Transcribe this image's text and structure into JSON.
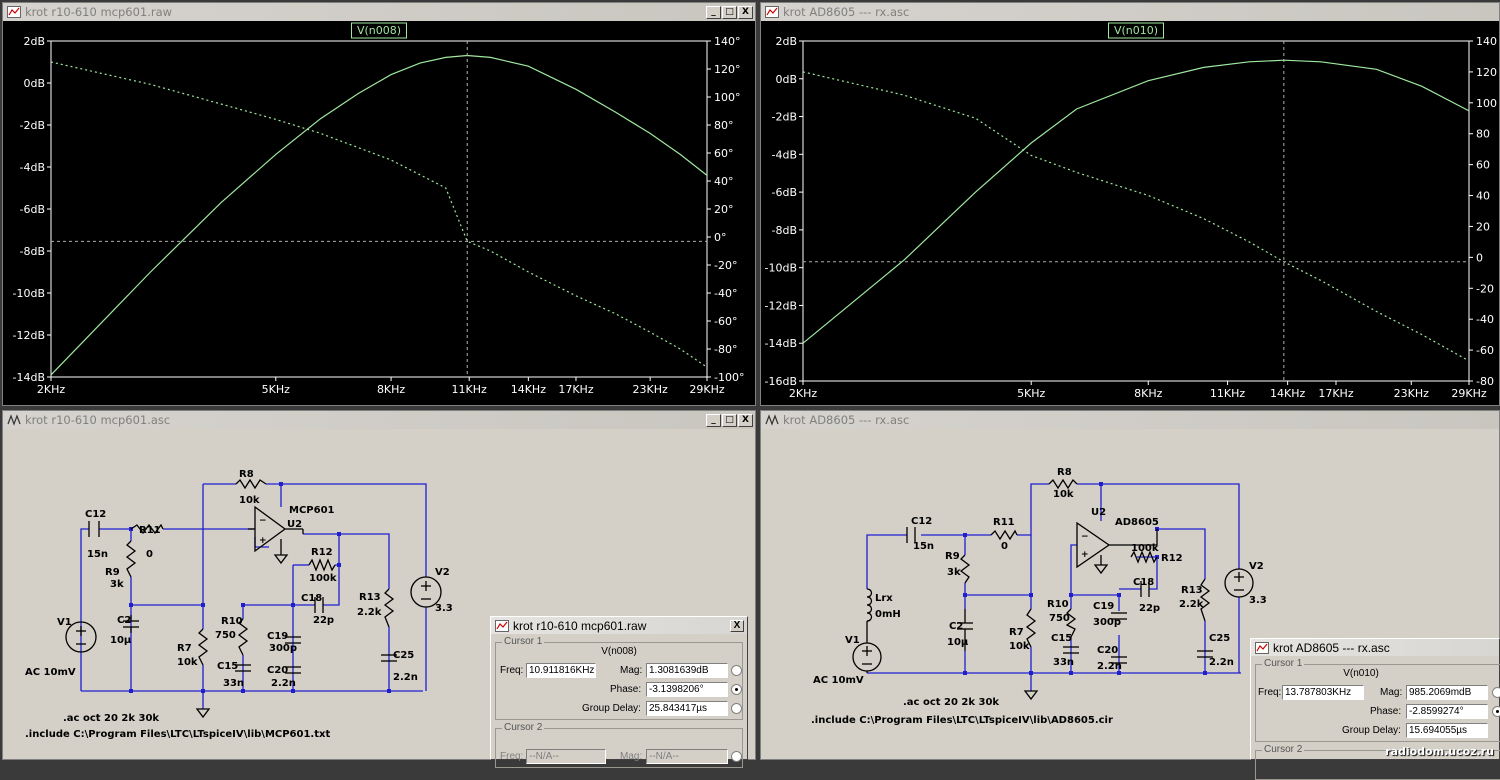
{
  "windows": {
    "plot_left": {
      "title": "krot r10-610 mcp601.raw"
    },
    "plot_right": {
      "title": "krot AD8605 --- rx.asc"
    },
    "schem_left": {
      "title": "krot r10-610 mcp601.asc"
    },
    "schem_right": {
      "title": "krot AD8605 --- rx.asc"
    }
  },
  "chart_data": [
    {
      "type": "line",
      "title": "V(n008)",
      "x_scale": "log",
      "x_ticks": [
        "2KHz",
        "5KHz",
        "8KHz",
        "11KHz",
        "14KHz",
        "17KHz",
        "23KHz",
        "29KHz"
      ],
      "x_tick_values": [
        2000,
        5000,
        8000,
        11000,
        14000,
        17000,
        23000,
        29000
      ],
      "y_left_ticks": [
        "2dB",
        "0dB",
        "-2dB",
        "-4dB",
        "-6dB",
        "-8dB",
        "-10dB",
        "-12dB",
        "-14dB"
      ],
      "y_right_ticks": [
        "140°",
        "120°",
        "100°",
        "80°",
        "60°",
        "40°",
        "20°",
        "0°",
        "-20°",
        "-40°",
        "-60°",
        "-80°",
        "-100°"
      ],
      "ylim_left": [
        -14,
        2
      ],
      "ylim_right": [
        -100,
        140
      ],
      "series": [
        {
          "style": "solid",
          "axis": "left",
          "x": [
            2000,
            3000,
            4000,
            5000,
            6000,
            7000,
            8000,
            9000,
            10000,
            10912,
            12000,
            14000,
            17000,
            20000,
            23000,
            26000,
            29000
          ],
          "values": [
            -13.9,
            -9.0,
            -5.7,
            -3.4,
            -1.7,
            -0.5,
            0.4,
            0.95,
            1.22,
            1.31,
            1.22,
            0.8,
            -0.3,
            -1.4,
            -2.4,
            -3.4,
            -4.4
          ]
        },
        {
          "style": "dashed",
          "axis": "right",
          "x": [
            2000,
            3000,
            4000,
            5000,
            6000,
            8000,
            10000,
            10912,
            12000,
            14000,
            17000,
            20000,
            23000,
            26000,
            29000
          ],
          "values": [
            125,
            109,
            95,
            84,
            74,
            55,
            35,
            -3.1,
            -10,
            -25,
            -42,
            -55,
            -68,
            -80,
            -93
          ]
        }
      ],
      "cursor": {
        "x": 10912,
        "y_left": 1.308,
        "y_right": -3.14
      }
    },
    {
      "type": "line",
      "title": "V(n010)",
      "x_scale": "log",
      "x_ticks": [
        "2KHz",
        "5KHz",
        "8KHz",
        "11KHz",
        "14KHz",
        "17KHz",
        "23KHz",
        "29KHz"
      ],
      "x_tick_values": [
        2000,
        5000,
        8000,
        11000,
        14000,
        17000,
        23000,
        29000
      ],
      "y_left_ticks": [
        "2dB",
        "0dB",
        "-2dB",
        "-4dB",
        "-6dB",
        "-8dB",
        "-10dB",
        "-12dB",
        "-14dB",
        "-16dB"
      ],
      "y_right_ticks": [
        "140",
        "120",
        "100",
        "80",
        "60",
        "40",
        "20",
        "0",
        "-20",
        "-40",
        "-60",
        "-80"
      ],
      "ylim_left": [
        -16,
        2
      ],
      "ylim_right": [
        -80,
        140
      ],
      "series": [
        {
          "style": "solid",
          "axis": "left",
          "x": [
            2000,
            3000,
            4000,
            5000,
            6000,
            8000,
            10000,
            12000,
            13788,
            16000,
            20000,
            24000,
            29000
          ],
          "values": [
            -14.0,
            -9.6,
            -6.0,
            -3.4,
            -1.6,
            -0.1,
            0.6,
            0.9,
            0.985,
            0.9,
            0.5,
            -0.4,
            -1.7
          ]
        },
        {
          "style": "dashed",
          "axis": "right",
          "x": [
            2000,
            3000,
            4000,
            5000,
            6000,
            8000,
            10000,
            12000,
            13788,
            16000,
            20000,
            24000,
            29000
          ],
          "values": [
            120,
            105,
            90,
            66,
            55,
            40,
            25,
            10,
            -2.9,
            -15,
            -35,
            -50,
            -67
          ]
        }
      ],
      "cursor": {
        "x": 13788,
        "y_left": 0.985,
        "y_right": -2.86
      }
    }
  ],
  "schem_left": {
    "components": {
      "c12": "C12",
      "c12v": "15n",
      "r11": "R11",
      "r11v": "0",
      "r8": "R8",
      "r8v": "10k",
      "r9": "R9",
      "r9v": "3k",
      "c2": "C2",
      "c2v": "10µ",
      "v1": "V1",
      "v1v": "AC 10mV",
      "r7": "R7",
      "r7v": "10k",
      "r10": "R10",
      "r10v": "750",
      "c15": "C15",
      "c15v": "33n",
      "c19": "C19",
      "c19v": "300p",
      "c20": "C20",
      "c20v": "2.2n",
      "c18": "C18",
      "c18v": "22p",
      "r12": "R12",
      "r12v": "100k",
      "u2": "U2",
      "u2part": "MCP601",
      "r13": "R13",
      "r13v": "2.2k",
      "c25": "C25",
      "c25v": "2.2n",
      "v2": "V2",
      "v2v": "3.3"
    },
    "directives": [
      ".ac oct 20 2k 30k",
      ".include C:\\Program Files\\LTC\\LTspiceIV\\lib\\MCP601.txt"
    ]
  },
  "schem_right": {
    "components": {
      "c12": "C12",
      "c12v": "15n",
      "r11": "R11",
      "r11v": "0",
      "r8": "R8",
      "r8v": "10k",
      "r9": "R9",
      "r9v": "3k",
      "c2": "C2",
      "c2v": "10µ",
      "lrx": "Lrx",
      "lrxv": "0mH",
      "v1": "V1",
      "v1v": "AC 10mV",
      "r7": "R7",
      "r7v": "10k",
      "r10": "R10",
      "r10v": "750",
      "c15": "C15",
      "c15v": "33n",
      "c19": "C19",
      "c19v": "300p",
      "c20": "C20",
      "c20v": "2.2n",
      "c18": "C18",
      "c18v": "22p",
      "r12": "R12",
      "r12v": "100k",
      "u2": "U2",
      "u2part": "AD8605",
      "r13": "R13",
      "r13v": "2.2k",
      "c25": "C25",
      "c25v": "2.2n",
      "v2": "V2",
      "v2v": "3.3"
    },
    "directives": [
      ".ac oct 20 2k 30k",
      ".include C:\\Program Files\\LTC\\LTspiceIV\\lib\\AD8605.cir"
    ]
  },
  "cursor_left": {
    "title": "krot r10-610 mcp601.raw",
    "cursor1_label": "Cursor 1",
    "trace": "V(n008)",
    "freq_label": "Freq:",
    "freq": "10.911816KHz",
    "mag_label": "Mag:",
    "mag": "1.3081639dB",
    "phase_label": "Phase:",
    "phase": "-3.1398206°",
    "gd_label": "Group Delay:",
    "gd": "25.843417µs",
    "cursor2_label": "Cursor 2",
    "freq2": "--N/A--",
    "mag2": "--N/A--"
  },
  "cursor_right": {
    "title": "krot AD8605 --- rx.asc",
    "cursor1_label": "Cursor 1",
    "trace": "V(n010)",
    "freq_label": "Freq:",
    "freq": "13.787803KHz",
    "mag_label": "Mag:",
    "mag": "985.2069mdB",
    "phase_label": "Phase:",
    "phase": "-2.8599274°",
    "gd_label": "Group Delay:",
    "gd": "15.694055µs",
    "cursor2_label": "Cursor 2"
  },
  "window_buttons": {
    "minimize": "_",
    "maximize": "□",
    "close": "X"
  },
  "watermark": "radiodom.ucoz.ru",
  "colors": {
    "trace": "#9fe89f",
    "grid": "#b0b0b0",
    "plot_bg": "#000000",
    "axis_text": "#ffffff",
    "wire": "#1f1fd0"
  }
}
